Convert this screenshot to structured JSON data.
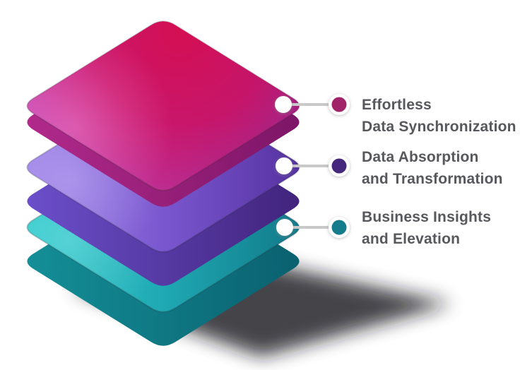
{
  "page": {
    "background": "#ffffff"
  },
  "diagram": {
    "type": "3d-layer-stack-infographic",
    "text_color": "#57585c",
    "connector_color": "#c9c9c9",
    "anchor_dot_color": "#ffffff",
    "shadow_color": "#17171b",
    "layers": [
      {
        "position": "top",
        "top_face_colors": [
          "#d40f52",
          "#c844ad",
          "#bc2f94",
          "#93278f"
        ],
        "side_colors": [
          "#b22a8c",
          "#7c1566"
        ],
        "callout": {
          "dot_color": "#a12368",
          "label_line1": "Effortless",
          "label_line2": "Data Synchronization"
        }
      },
      {
        "position": "middle",
        "top_face_colors": [
          "#9d82e8",
          "#7a57cf",
          "#54309f"
        ],
        "side_colors": [
          "#6c50cc",
          "#40237a"
        ],
        "callout": {
          "dot_color": "#46277e",
          "label_line1": "Data Absorption",
          "label_line2": "and Transformation"
        }
      },
      {
        "position": "bottom",
        "top_face_colors": [
          "#31c9cd",
          "#1fa9b3",
          "#117888"
        ],
        "side_colors": [
          "#149098",
          "#0a5f6e"
        ],
        "callout": {
          "dot_color": "#157c8c",
          "label_line1": "Business Insights",
          "label_line2": "and Elevation"
        }
      }
    ]
  }
}
